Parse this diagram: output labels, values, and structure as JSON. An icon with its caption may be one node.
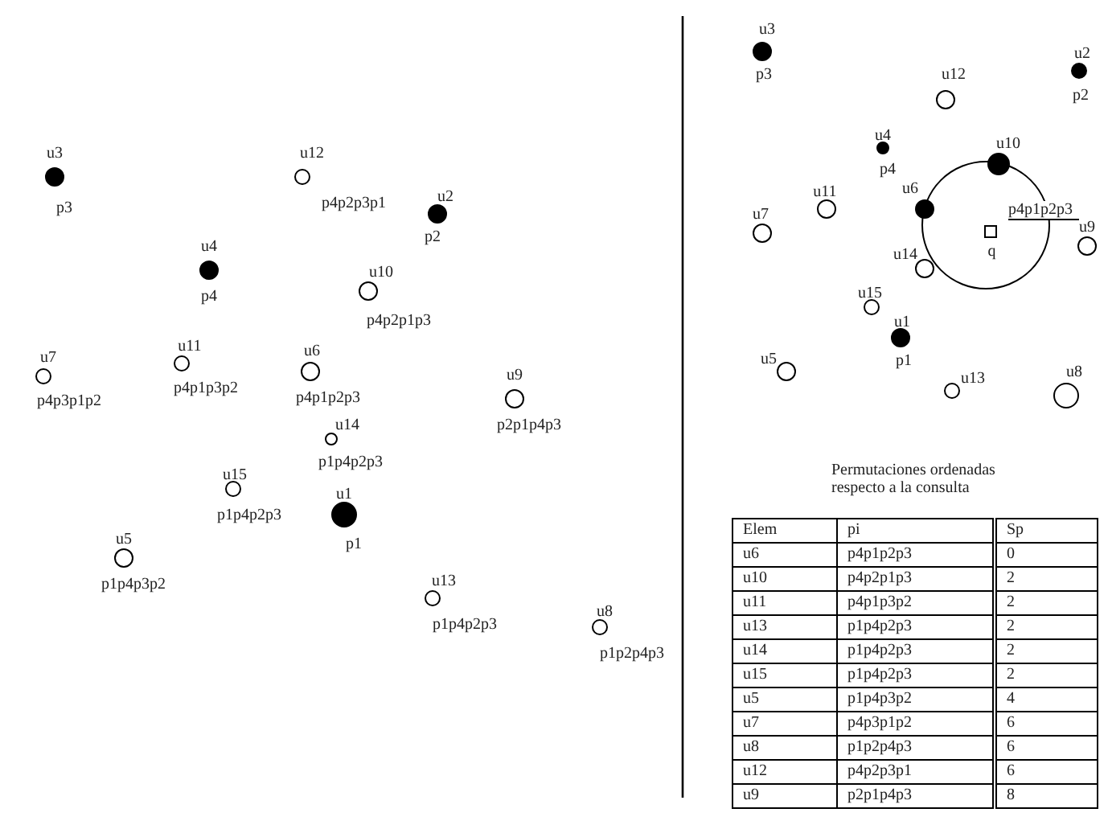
{
  "diagram": {
    "nodes": [
      {
        "text": [],
        "shape": "circle",
        "beside": [
          "u3",
          "p3"
        ]
      },
      {
        "text": [],
        "shape": "circle",
        "beside": [
          "u12",
          "p4p2p3p1"
        ]
      },
      {
        "text": [],
        "shape": "circle",
        "beside": [
          "u2",
          "p2"
        ]
      },
      {
        "text": [],
        "shape": "circle",
        "beside": [
          "u4",
          "p4"
        ]
      },
      {
        "text": [],
        "shape": "circle",
        "beside": [
          "u10",
          "p4p2p1p3"
        ]
      },
      {
        "text": [],
        "shape": "circle",
        "beside": [
          "u7",
          "p4p3p1p2"
        ]
      },
      {
        "text": [],
        "shape": "circle",
        "beside": [
          "u11",
          "p4p1p3p2"
        ]
      },
      {
        "text": [],
        "shape": "circle",
        "beside": [
          "u6",
          "p4p1p2p3"
        ]
      },
      {
        "text": [],
        "shape": "circle",
        "beside": [
          "u9",
          "p2p1p4p3"
        ]
      },
      {
        "text": [],
        "shape": "circle",
        "beside": [
          "u14",
          "p1p4p2p3"
        ]
      },
      {
        "text": [],
        "shape": "circle",
        "beside": [
          "u15",
          "p1p4p2p3"
        ]
      },
      {
        "text": [],
        "shape": "circle",
        "beside": [
          "u1",
          "p1"
        ]
      },
      {
        "text": [],
        "shape": "circle",
        "beside": [
          "u5",
          "p1p4p3p2"
        ]
      },
      {
        "text": [],
        "shape": "circle",
        "beside": [
          "u13",
          "p1p4p2p3"
        ]
      },
      {
        "text": [],
        "shape": "circle",
        "beside": [
          "u8",
          "p1p2p4p3"
        ]
      },
      {
        "text": [],
        "shape": "circle",
        "beside": [
          "u3",
          "p3"
        ]
      },
      {
        "text": [],
        "shape": "circle",
        "beside": [
          "u2",
          "p2"
        ]
      },
      {
        "text": [],
        "shape": "circle",
        "beside": [
          "u12"
        ]
      },
      {
        "text": [],
        "shape": "circle",
        "beside": [
          "u4",
          "p4"
        ]
      },
      {
        "text": [],
        "shape": "circle"
      },
      {
        "text": [],
        "shape": "circle",
        "beside": [
          "u10"
        ]
      },
      {
        "text": [],
        "shape": "circle",
        "beside": [
          "u11"
        ]
      },
      {
        "text": [],
        "shape": "circle",
        "beside": [
          "u6"
        ]
      },
      {
        "text": [],
        "shape": "circle",
        "beside": [
          "u7"
        ]
      },
      {
        "text": [],
        "shape": "box",
        "beside": [
          "q"
        ],
        "in": 19
      },
      {
        "text": [],
        "shape": "circle",
        "beside": [
          "u9"
        ]
      },
      {
        "text": [],
        "shape": "circle",
        "beside": [
          "u14"
        ]
      },
      {
        "text": [],
        "shape": "circle",
        "beside": [
          "u15"
        ]
      },
      {
        "text": [],
        "shape": "circle",
        "beside": [
          "u1",
          "p1"
        ]
      },
      {
        "text": [],
        "shape": "circle",
        "beside": [
          "u5"
        ]
      },
      {
        "text": [],
        "shape": "circle",
        "beside": [
          "u13"
        ]
      },
      {
        "text": [],
        "shape": "circle",
        "beside": [
          "u8"
        ]
      }
    ],
    "labels": [
      "p4p1p2p3",
      "Permutaciones ordenadas respecto a la consulta",
      "Elem",
      "pi",
      "Sp",
      "u6",
      "p4p1p2p3",
      "0",
      "u10",
      "p4p2p1p3",
      "2",
      "u11",
      "p4p1p3p2",
      "2",
      "u13",
      "p1p4p2p3",
      "2",
      "u14",
      "p1p4p2p3",
      "2",
      "u15",
      "p1p4p2p3",
      "2",
      "u5",
      "p1p4p3p2",
      "4",
      "u7",
      "p4p3p1p2",
      "6",
      "u8",
      "p1p2p4p3",
      "6",
      "u12",
      "p4p2p3p1",
      "6",
      "u9",
      "p2p1p4p3",
      "8"
    ]
  }
}
